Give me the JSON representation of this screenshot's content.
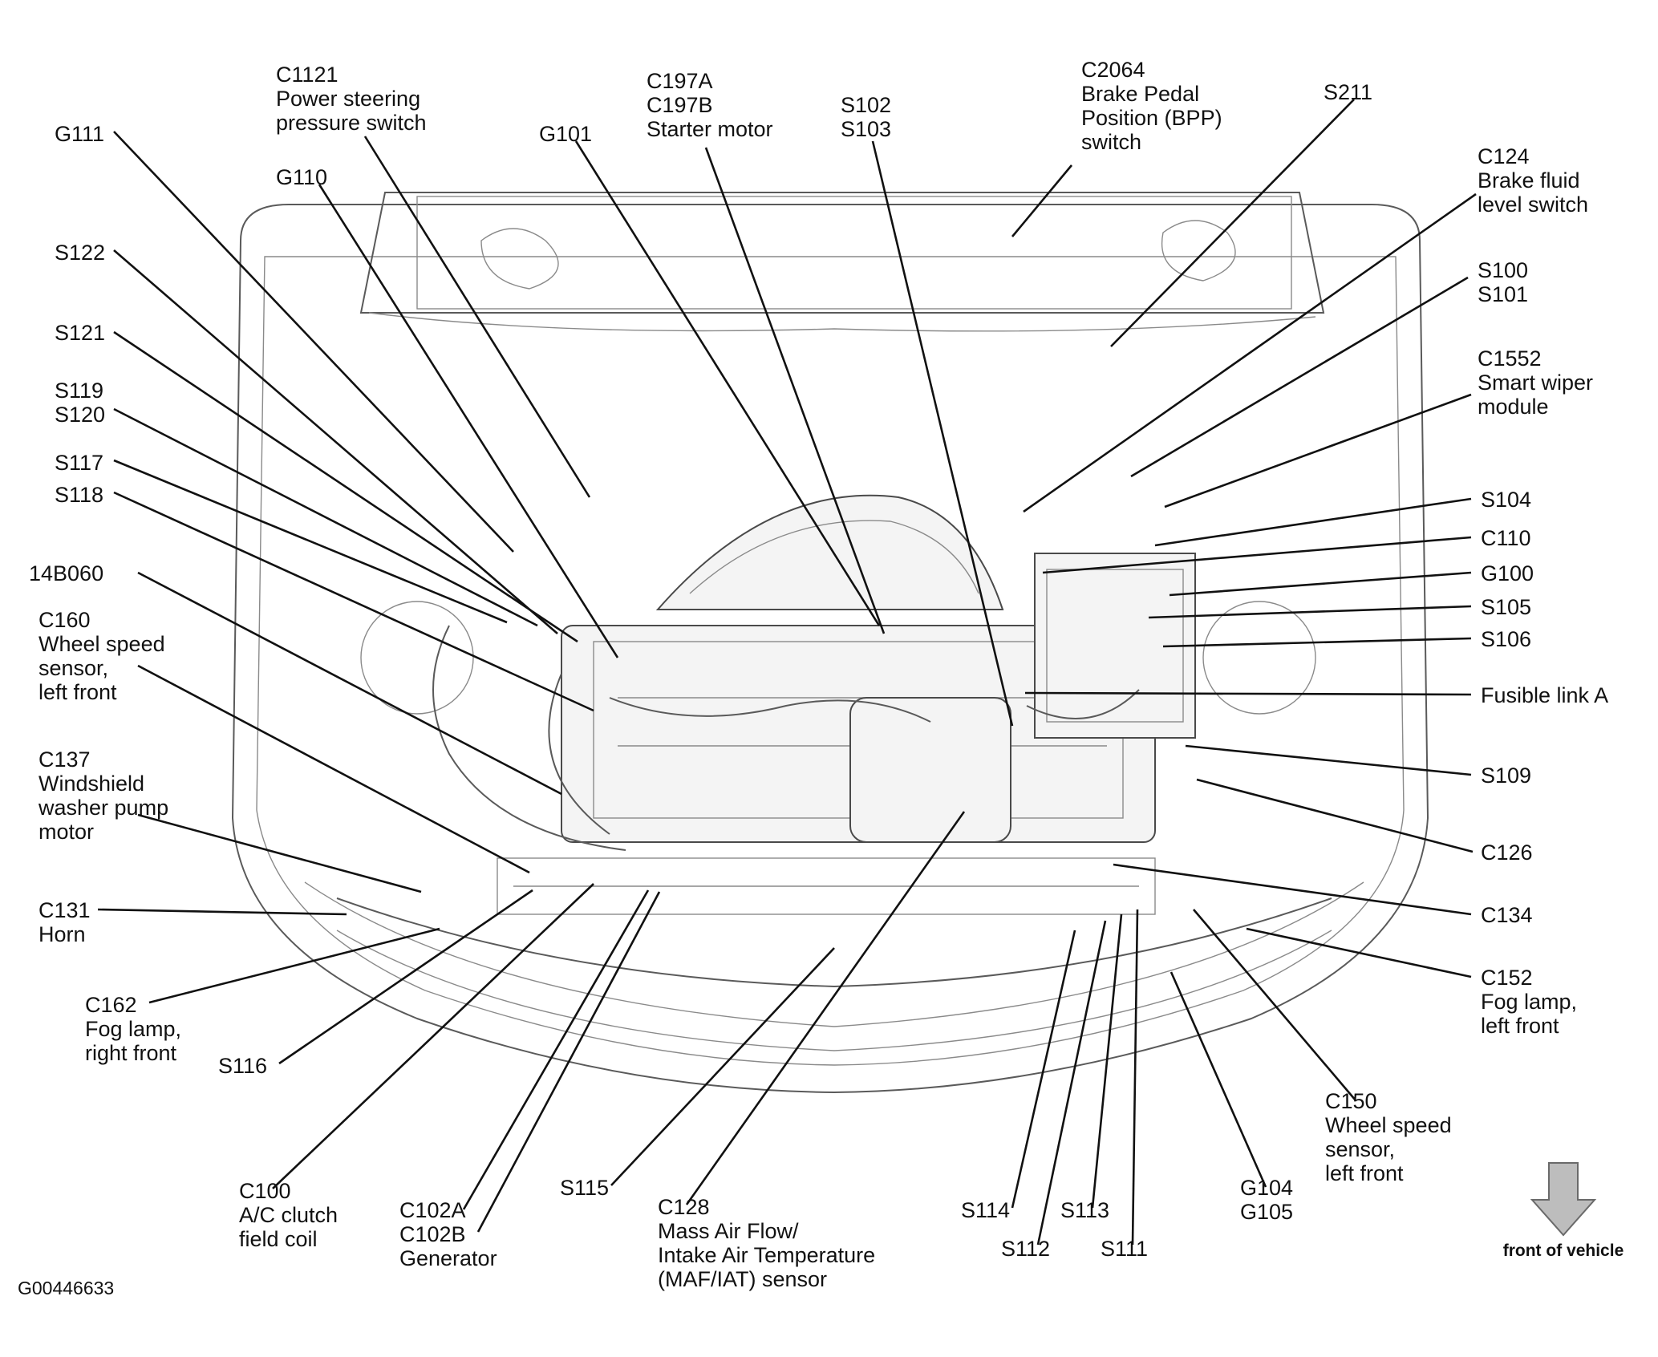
{
  "diagram": {
    "figure_id": "G00446633",
    "orientation_label": "front of vehicle",
    "callouts": [
      {
        "id": "g111",
        "lines": [
          "G111"
        ]
      },
      {
        "id": "c1121",
        "lines": [
          "C1121",
          "Power steering",
          "pressure switch"
        ]
      },
      {
        "id": "g110",
        "lines": [
          "G110"
        ]
      },
      {
        "id": "c197",
        "lines": [
          "C197A",
          "C197B",
          "Starter motor"
        ]
      },
      {
        "id": "g101",
        "lines": [
          "G101"
        ]
      },
      {
        "id": "s102",
        "lines": [
          "S102",
          "S103"
        ]
      },
      {
        "id": "c2064",
        "lines": [
          "C2064",
          "Brake Pedal",
          "Position (BPP)",
          "switch"
        ]
      },
      {
        "id": "s211",
        "lines": [
          "S211"
        ]
      },
      {
        "id": "c124",
        "lines": [
          "C124",
          "Brake fluid",
          "level switch"
        ]
      },
      {
        "id": "s100",
        "lines": [
          "S100",
          "S101"
        ]
      },
      {
        "id": "c1552",
        "lines": [
          "C1552",
          "Smart wiper",
          "module"
        ]
      },
      {
        "id": "s122",
        "lines": [
          "S122"
        ]
      },
      {
        "id": "s121",
        "lines": [
          "S121"
        ]
      },
      {
        "id": "s119",
        "lines": [
          "S119",
          "S120"
        ]
      },
      {
        "id": "s117",
        "lines": [
          "S117"
        ]
      },
      {
        "id": "s118",
        "lines": [
          "S118"
        ]
      },
      {
        "id": "b14b060",
        "lines": [
          "14B060"
        ]
      },
      {
        "id": "c160",
        "lines": [
          "C160",
          "Wheel speed",
          "sensor,",
          "left front"
        ]
      },
      {
        "id": "c137",
        "lines": [
          "C137",
          "Windshield",
          "washer pump",
          "motor"
        ]
      },
      {
        "id": "c131",
        "lines": [
          "C131",
          "Horn"
        ]
      },
      {
        "id": "c162",
        "lines": [
          "C162",
          "Fog lamp,",
          "right front"
        ]
      },
      {
        "id": "s116",
        "lines": [
          "S116"
        ]
      },
      {
        "id": "c100",
        "lines": [
          "C100",
          "A/C clutch",
          "field coil"
        ]
      },
      {
        "id": "c102",
        "lines": [
          "C102A",
          "C102B",
          "Generator"
        ]
      },
      {
        "id": "s115",
        "lines": [
          "S115"
        ]
      },
      {
        "id": "c128",
        "lines": [
          "C128",
          "Mass Air Flow/",
          "Intake Air Temperature",
          "(MAF/IAT) sensor"
        ]
      },
      {
        "id": "s114",
        "lines": [
          "S114"
        ]
      },
      {
        "id": "s112",
        "lines": [
          "S112"
        ]
      },
      {
        "id": "s113",
        "lines": [
          "S113"
        ]
      },
      {
        "id": "s111",
        "lines": [
          "S111"
        ]
      },
      {
        "id": "g104",
        "lines": [
          "G104",
          "G105"
        ]
      },
      {
        "id": "c150",
        "lines": [
          "C150",
          "Wheel speed",
          "sensor,",
          "left front"
        ]
      },
      {
        "id": "c152",
        "lines": [
          "C152",
          "Fog lamp,",
          "left front"
        ]
      },
      {
        "id": "c134",
        "lines": [
          "C134"
        ]
      },
      {
        "id": "c126",
        "lines": [
          "C126"
        ]
      },
      {
        "id": "s109",
        "lines": [
          "S109"
        ]
      },
      {
        "id": "fusible",
        "lines": [
          "Fusible link A"
        ]
      },
      {
        "id": "s106",
        "lines": [
          "S106"
        ]
      },
      {
        "id": "s105",
        "lines": [
          "S105"
        ]
      },
      {
        "id": "g100",
        "lines": [
          "G100"
        ]
      },
      {
        "id": "c110",
        "lines": [
          "C110"
        ]
      },
      {
        "id": "s104",
        "lines": [
          "S104"
        ]
      }
    ]
  }
}
